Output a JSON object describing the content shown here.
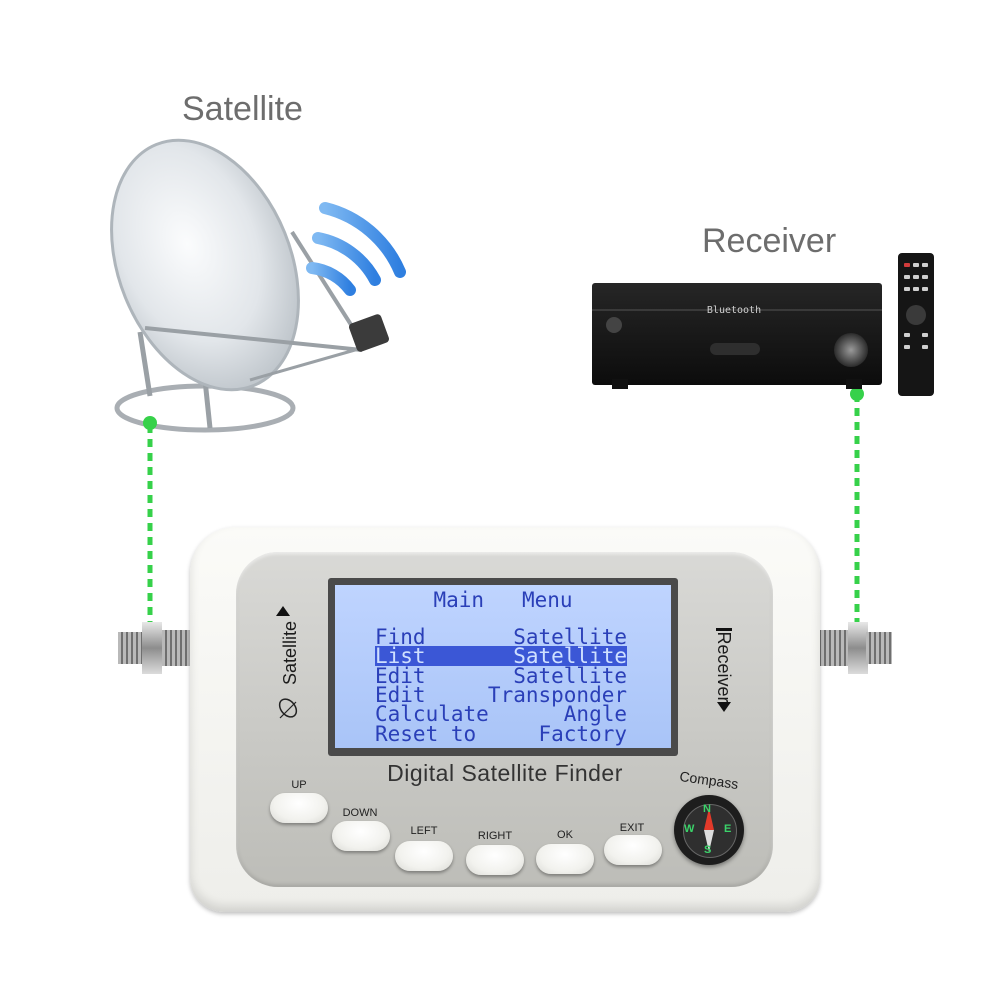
{
  "labels": {
    "satellite": "Satellite",
    "receiver": "Receiver"
  },
  "device": {
    "title": "Digital Satellite Finder",
    "left_port_label": "Satellite",
    "right_port_label": "Receiver",
    "compass_label": "Compass",
    "compass_letters": {
      "n": "N",
      "e": "E",
      "s": "S",
      "w": "W"
    }
  },
  "lcd": {
    "title": "Main   Menu",
    "items": [
      {
        "left": "Find",
        "right": "Satellite",
        "selected": false
      },
      {
        "left": "List",
        "right": "Satellite",
        "selected": true
      },
      {
        "left": "Edit",
        "right": "Satellite",
        "selected": false
      },
      {
        "left": "Edit",
        "right": "Transponder",
        "selected": false
      },
      {
        "left": "Calculate",
        "right": "Angle",
        "selected": false
      },
      {
        "left": "Reset to",
        "right": "Factory",
        "selected": false
      }
    ]
  },
  "buttons": {
    "up": "UP",
    "down": "DOWN",
    "left": "LEFT",
    "right": "RIGHT",
    "ok": "OK",
    "exit": "EXIT"
  },
  "receiver_display": {
    "text": "Bluetooth"
  },
  "colors": {
    "cable_green": "#36d14a",
    "lcd_bg": "#b6cdfb",
    "lcd_text": "#2a3fb8",
    "lcd_highlight": "#3b57d6",
    "signal_blue": "#3a8ee8"
  }
}
